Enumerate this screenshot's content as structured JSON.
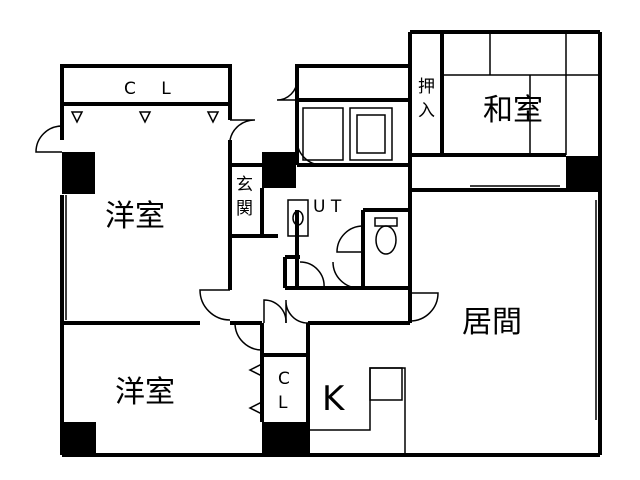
{
  "rooms": {
    "western_room_1": "洋室",
    "western_room_2": "洋室",
    "japanese_room": "和室",
    "living": "居間",
    "kitchen": "K",
    "utility": "U T",
    "entrance_char1": "玄",
    "entrance_char2": "関",
    "closet_top": "C L",
    "closet_small_c": "C",
    "closet_small_l": "L",
    "oshiire_char1": "押",
    "oshiire_char2": "入"
  }
}
